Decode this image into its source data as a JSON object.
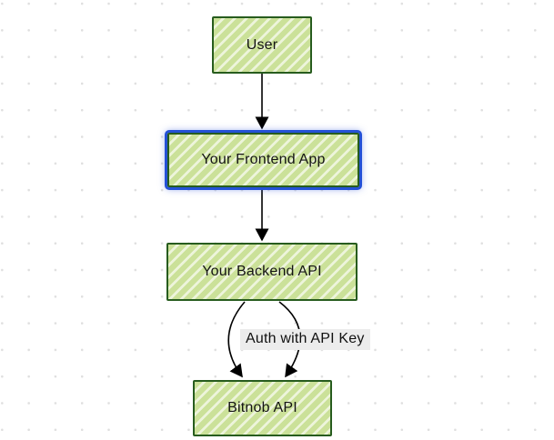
{
  "diagram": {
    "nodes": [
      {
        "id": "user",
        "label": "User",
        "selected": false
      },
      {
        "id": "frontend",
        "label": "Your Frontend App",
        "selected": true
      },
      {
        "id": "backend",
        "label": "Your Backend API",
        "selected": false
      },
      {
        "id": "bitnob",
        "label": "Bitnob API",
        "selected": false
      }
    ],
    "edges": [
      {
        "from": "user",
        "to": "frontend"
      },
      {
        "from": "frontend",
        "to": "backend"
      },
      {
        "from": "backend",
        "to": "bitnob",
        "label": "Auth with API Key"
      },
      {
        "from": "backend",
        "to": "bitnob"
      }
    ],
    "colors": {
      "node_fill": "#cbe199",
      "node_hatch": "#ffffff",
      "node_border": "#275c1e",
      "selected_outline": "#2451d6",
      "selected_glow": "rgba(47,85,221,0.5)",
      "arrow": "#000000",
      "edge_label_bg": "#ececec",
      "text": "#141414",
      "dot_grid": "#dfdfdf",
      "background": "#ffffff"
    }
  }
}
